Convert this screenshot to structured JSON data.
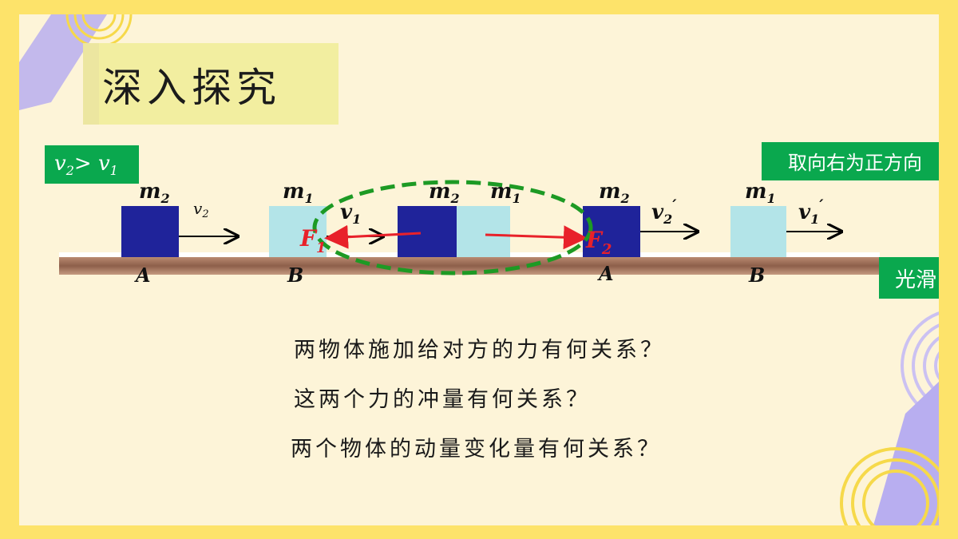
{
  "title": "深入探究",
  "condition": {
    "v2": "v",
    "v2_sub": "2",
    "gt": ">",
    "v1": "v",
    "v1_sub": "1"
  },
  "direction_note": "取向右为正方向",
  "surface_note": "光滑",
  "blocks": {
    "m1": "m",
    "m1_sub": "1",
    "m2": "m",
    "m2_sub": "2",
    "label_a": "A",
    "label_b": "B"
  },
  "velocities": {
    "v_before_a": "v",
    "v_before_a_sub": "2",
    "v_before_b": "v",
    "v_before_b_sub": "1",
    "v_after_a": "v",
    "v_after_a_sub": "2",
    "prime": "′",
    "v_after_b": "v",
    "v_after_b_sub": "1"
  },
  "forces": {
    "f1": "F",
    "f1_sub": "1",
    "f2": "F",
    "f2_sub": "2"
  },
  "questions": [
    "两物体施加给对方的力有何关系？",
    "这两个力的冲量有何关系？",
    "两个物体的动量变化量有何关系？"
  ],
  "colors": {
    "frame": "#fde36a",
    "slide_bg": "#fdf4d8",
    "green": "#0aa84e",
    "dark_block": "#1f239a",
    "light_block": "#b3e4e8",
    "force": "#e8212a",
    "ellipse": "#1d9a24",
    "purple": "#b8aef0"
  }
}
